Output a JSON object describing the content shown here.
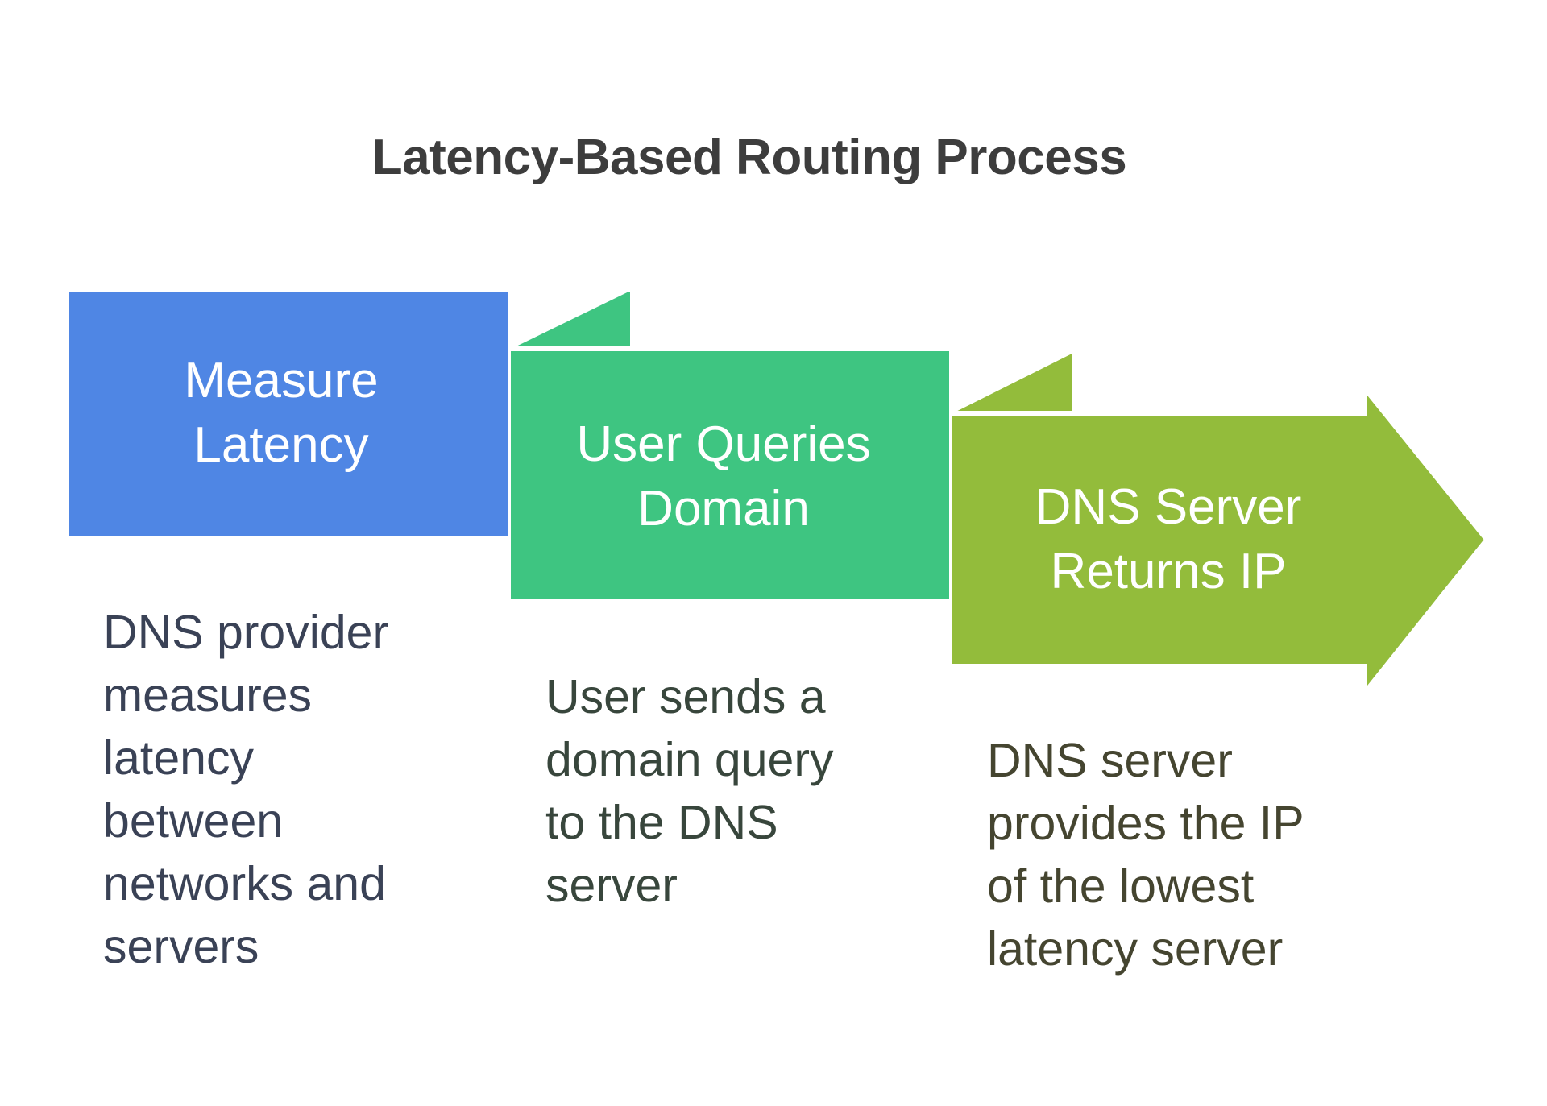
{
  "title": "Latency-Based Routing Process",
  "colors": {
    "step1": "#4F86E4",
    "step1_fold": "#3D6FC8",
    "step2": "#3EC581",
    "step2_fold": "#2FA86A",
    "step3": "#93BC3B",
    "step3_fold": "#7BA22D",
    "desc1_text": "#3A4256",
    "desc2_text": "#38463C",
    "desc3_text": "#454530"
  },
  "steps": [
    {
      "label": "Measure\nLatency",
      "description": "DNS provider\nmeasures\nlatency\nbetween\nnetworks and\nservers"
    },
    {
      "label": "User Queries\nDomain",
      "description": "User sends a\ndomain query\nto the DNS\nserver"
    },
    {
      "label": "DNS Server\nReturns IP",
      "description": "DNS server\nprovides the IP\nof the lowest\nlatency server"
    }
  ]
}
